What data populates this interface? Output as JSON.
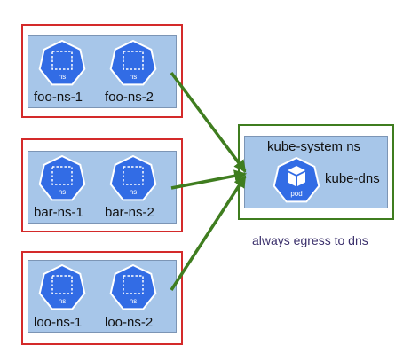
{
  "groups": [
    {
      "nodes": [
        {
          "label": "foo-ns-1",
          "icon_text": "ns"
        },
        {
          "label": "foo-ns-2",
          "icon_text": "ns"
        }
      ]
    },
    {
      "nodes": [
        {
          "label": "bar-ns-1",
          "icon_text": "ns"
        },
        {
          "label": "bar-ns-2",
          "icon_text": "ns"
        }
      ]
    },
    {
      "nodes": [
        {
          "label": "loo-ns-1",
          "icon_text": "ns"
        },
        {
          "label": "loo-ns-2",
          "icon_text": "ns"
        }
      ]
    }
  ],
  "target": {
    "title": "kube-system ns",
    "pod_icon_text": "pod",
    "service_label": "kube-dns"
  },
  "caption": "always egress to dns",
  "colors": {
    "group_border": "#d42a2a",
    "target_border": "#3f7d1f",
    "arrow": "#3f7d1f",
    "k8s_blue": "#326ce5",
    "fill": "#a7c6e9"
  }
}
